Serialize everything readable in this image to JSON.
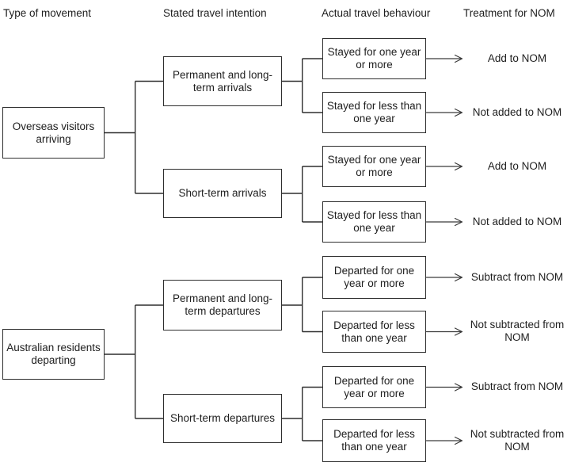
{
  "flow": {
    "headers": [
      "Type of movement",
      "Stated travel intention",
      "Actual travel behaviour",
      "Treatment for NOM"
    ],
    "branches": [
      {
        "movement": "Overseas visitors arriving",
        "intentions": [
          {
            "label": "Permanent and long-term arrivals",
            "behaviours": [
              {
                "label": "Stayed for one year or more",
                "treatment": "Add to NOM"
              },
              {
                "label": "Stayed for less than one year",
                "treatment": "Not added to NOM"
              }
            ]
          },
          {
            "label": "Short-term arrivals",
            "behaviours": [
              {
                "label": "Stayed for one year or more",
                "treatment": "Add to NOM"
              },
              {
                "label": "Stayed for less than one year",
                "treatment": "Not added to NOM"
              }
            ]
          }
        ]
      },
      {
        "movement": "Australian residents departing",
        "intentions": [
          {
            "label": "Permanent and long-term departures",
            "behaviours": [
              {
                "label": "Departed for one year or more",
                "treatment": "Subtract from NOM"
              },
              {
                "label": "Departed for less than one year",
                "treatment": "Not subtracted from NOM"
              }
            ]
          },
          {
            "label": "Short-term departures",
            "behaviours": [
              {
                "label": "Departed for one year or more",
                "treatment": "Subtract from NOM"
              },
              {
                "label": "Departed for less than one year",
                "treatment": "Not subtracted from NOM"
              }
            ]
          }
        ]
      }
    ],
    "colors": {
      "line": "#2e2e2e",
      "text": "#1e1e1e",
      "box_background": "#ffffff"
    }
  }
}
